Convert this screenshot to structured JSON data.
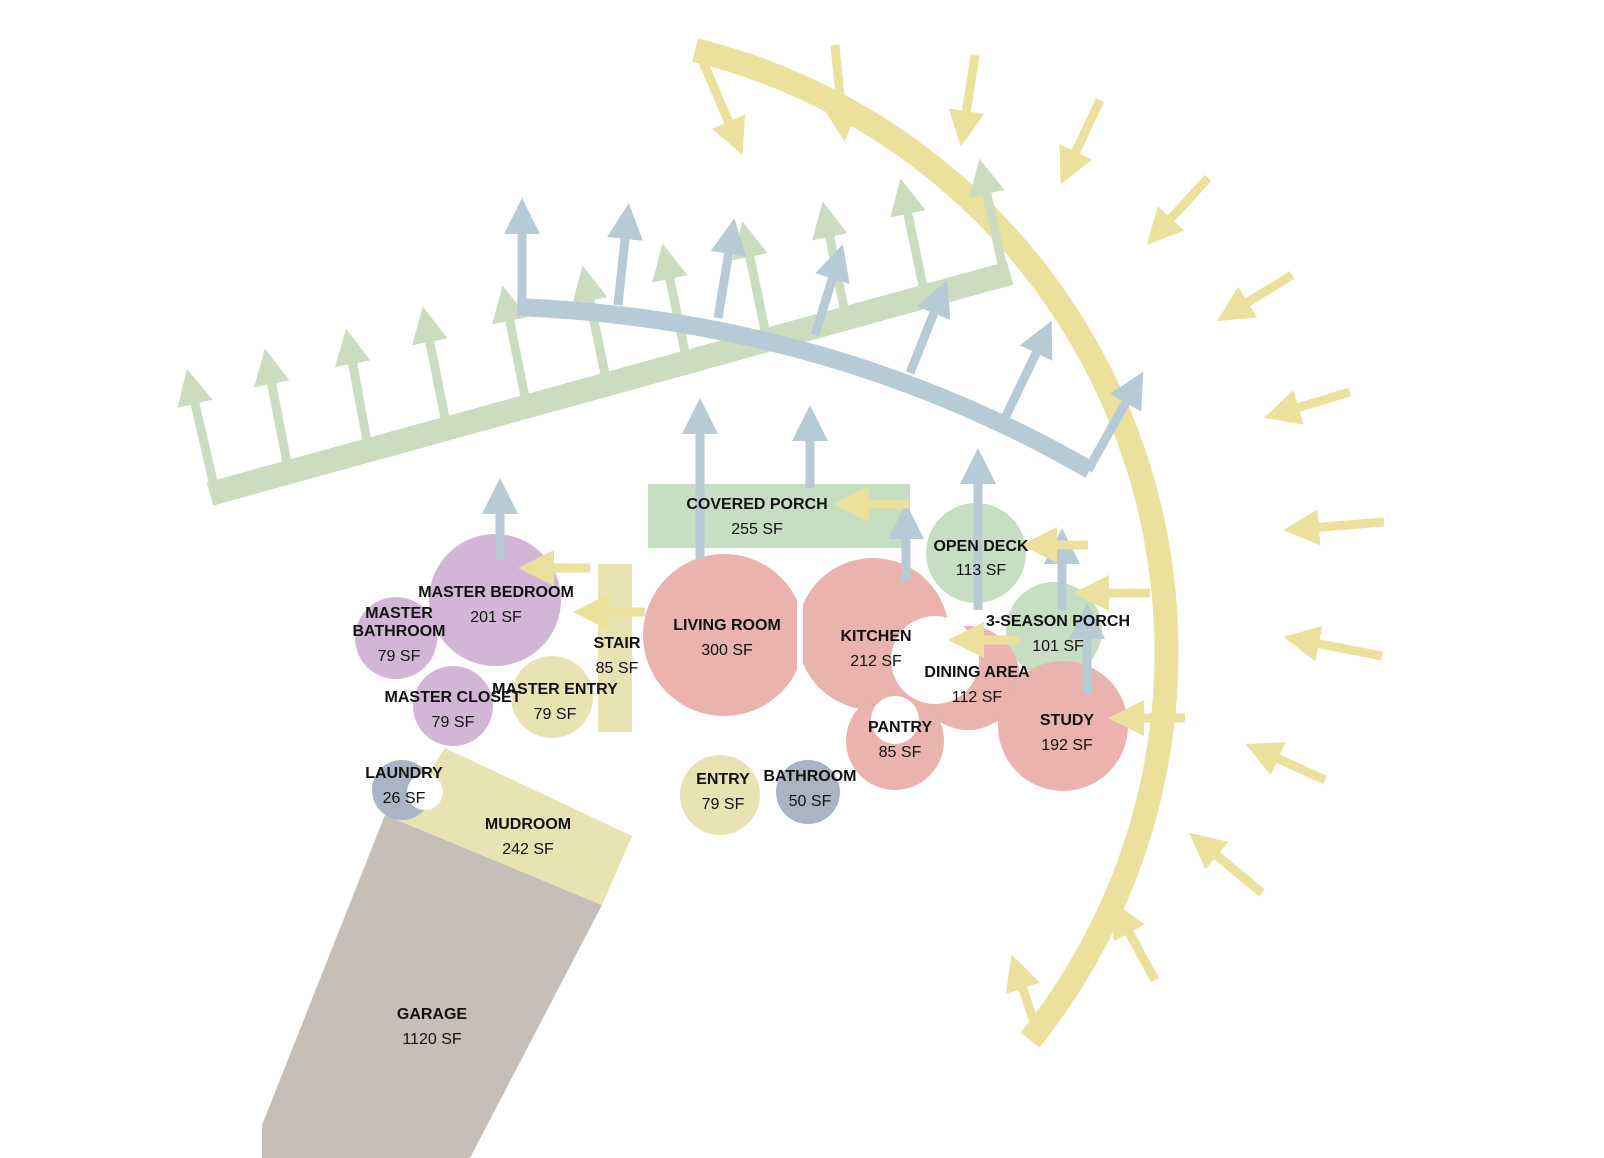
{
  "colors": {
    "public_red": "#eab3ad",
    "private_purple": "#d3b5d8",
    "outdoor_green": "#c6dfc2",
    "service_yellow": "#e9e3b4",
    "wet_blue": "#a9b5c4",
    "garage_gray": "#c5bfb7",
    "sun_yellow": "#ebe09c",
    "view_green": "#cbdcbf",
    "view_blue": "#b7cbd6"
  },
  "rooms": {
    "covered_porch": {
      "name": "COVERED PORCH",
      "area": "255 SF"
    },
    "open_deck": {
      "name": "OPEN DECK",
      "area": "113 SF"
    },
    "master_bedroom": {
      "name": "MASTER BEDROOM",
      "area": "201 SF"
    },
    "master_bathroom": {
      "name_line1": "MASTER",
      "name_line2": "BATHROOM",
      "area": "79 SF"
    },
    "stair": {
      "name": "STAIR",
      "area": "85 SF"
    },
    "living_room": {
      "name": "LIVING ROOM",
      "area": "300 SF"
    },
    "kitchen": {
      "name": "KITCHEN",
      "area": "212 SF"
    },
    "three_season_porch": {
      "name": "3-SEASON PORCH",
      "area": "101 SF"
    },
    "dining_area": {
      "name": "DINING AREA",
      "area": "112 SF"
    },
    "master_closet": {
      "name": "MASTER CLOSET",
      "area": "79 SF"
    },
    "master_entry": {
      "name": "MASTER ENTRY",
      "area": "79 SF"
    },
    "study": {
      "name": "STUDY",
      "area": "192 SF"
    },
    "pantry": {
      "name": "PANTRY",
      "area": "85 SF"
    },
    "laundry": {
      "name": "LAUNDRY",
      "area": "26 SF"
    },
    "entry": {
      "name": "ENTRY",
      "area": "79 SF"
    },
    "bathroom": {
      "name": "BATHROOM",
      "area": "50 SF"
    },
    "mudroom": {
      "name": "MUDROOM",
      "area": "242 SF"
    },
    "garage": {
      "name": "GARAGE",
      "area": "1120 SF"
    }
  }
}
